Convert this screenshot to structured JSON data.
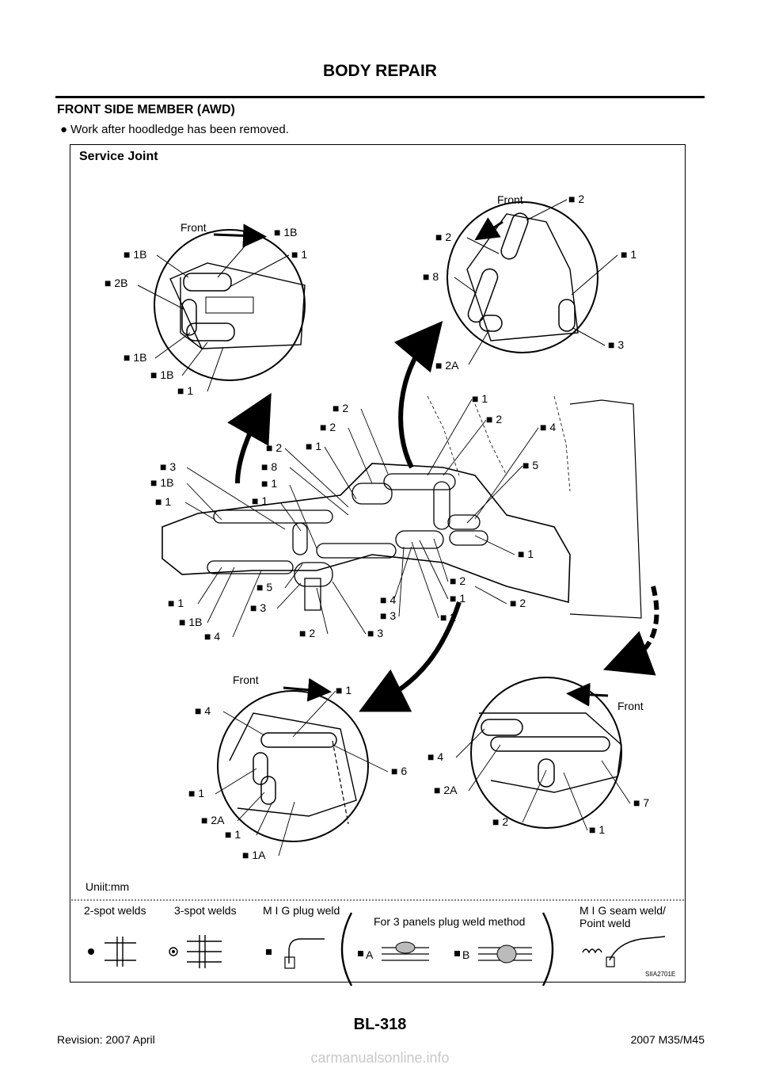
{
  "header": {
    "title": "BODY REPAIR"
  },
  "section": {
    "title": "FRONT SIDE MEMBER (AWD)",
    "bullet_text": "Work after hoodledge has been removed."
  },
  "figure": {
    "heading": "Service Joint",
    "front_label": "Front",
    "unit_note": "Uniit:mm",
    "figure_code": "SIIA2701E",
    "labels": {
      "c1": [
        "1B",
        "1B",
        "1",
        "2B",
        "1B",
        "1B",
        "1"
      ],
      "c2": [
        "2",
        "2",
        "1",
        "8",
        "3",
        "2A"
      ],
      "c3": [
        "4",
        "1",
        "6",
        "1",
        "2A",
        "1",
        "1A"
      ],
      "c4": [
        "4",
        "2A",
        "7",
        "2",
        "1"
      ],
      "main": [
        "2",
        "1",
        "2",
        "2",
        "1",
        "2",
        "4",
        "3",
        "8",
        "1",
        "5",
        "1B",
        "1",
        "1",
        "2",
        "1",
        "5",
        "1",
        "2",
        "2",
        "1",
        "1B",
        "3",
        "4",
        "3",
        "4",
        "2",
        "3"
      ]
    },
    "legend": {
      "two_spot": "2-spot welds",
      "three_spot": "3-spot welds",
      "plug": "M I G plug weld",
      "three_panels": "For 3 panels plug weld method",
      "seam_line1": "M I G seam weld/",
      "seam_line2": "Point weld",
      "a": "A",
      "b": "B"
    }
  },
  "footer": {
    "revision": "Revision: 2007 April",
    "page": "BL-318",
    "model": "2007 M35/M45",
    "watermark": "carmanualsonline.info"
  }
}
